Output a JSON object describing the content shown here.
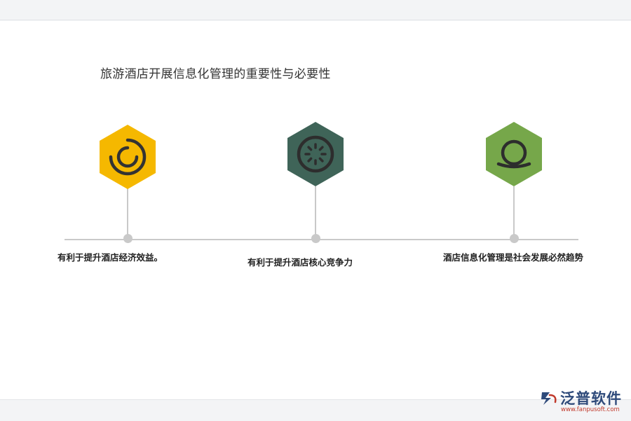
{
  "title": "旅游酒店开展信息化管理的重要性与必要性",
  "steps": [
    {
      "label": "有利于提升酒店经济效益。",
      "icon": "spiral-ring-icon",
      "color": "#f5b800"
    },
    {
      "label": "有利于提升酒店核心竞争力",
      "icon": "dotted-circle-icon",
      "color": "#3f6458"
    },
    {
      "label": "酒店信息化管理是社会发展必然趋势",
      "icon": "bowl-ring-icon",
      "color": "#76a74a"
    }
  ],
  "logo": {
    "name": "泛普软件",
    "url": "www.fanpusoft.com",
    "color": "#2e4a7a"
  }
}
